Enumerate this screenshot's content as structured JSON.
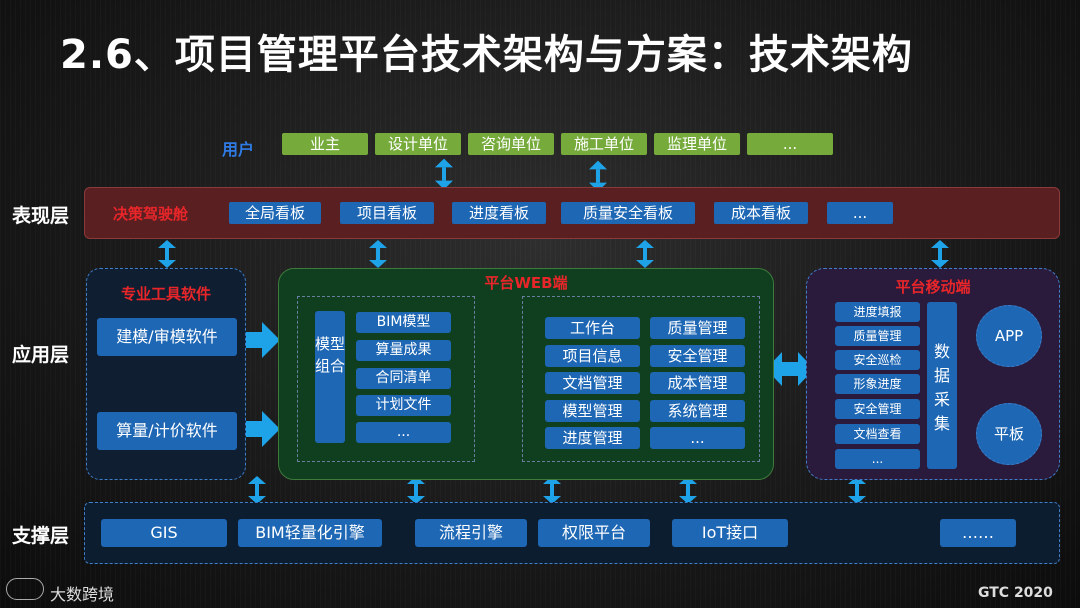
{
  "title": "2.6、项目管理平台技术架构与方案：技术架构",
  "users": {
    "label": "用户",
    "items": [
      "业主",
      "设计单位",
      "咨询单位",
      "施工单位",
      "监理单位",
      "..."
    ]
  },
  "presentation": {
    "label": "表现层",
    "group_title": "决策驾驶舱",
    "items": [
      "全局看板",
      "项目看板",
      "进度看板",
      "质量安全看板",
      "成本看板",
      "..."
    ]
  },
  "application": {
    "label": "应用层",
    "tools": {
      "title": "专业工具软件",
      "items": [
        "建模/审模软件",
        "算量/计价软件"
      ]
    },
    "web": {
      "title": "平台WEB端",
      "model_group_label": "模型组合",
      "model_items": [
        "BIM模型",
        "算量成果",
        "合同清单",
        "计划文件",
        "..."
      ],
      "modules_left": [
        "工作台",
        "项目信息",
        "文档管理",
        "模型管理",
        "进度管理"
      ],
      "modules_right": [
        "质量管理",
        "安全管理",
        "成本管理",
        "系统管理",
        "..."
      ]
    },
    "mobile": {
      "title": "平台移动端",
      "items": [
        "进度填报",
        "质量管理",
        "安全巡检",
        "形象进度",
        "安全管理",
        "文档查看",
        "..."
      ],
      "data_collection": "数据采集",
      "app": "APP",
      "tablet": "平板"
    }
  },
  "support": {
    "label": "支撑层",
    "items": [
      "GIS",
      "BIM轻量化引擎",
      "流程引擎",
      "权限平台",
      "IoT接口",
      "……"
    ]
  },
  "footer": {
    "watermark": "大数跨境",
    "event": "GTC 2020"
  },
  "colors": {
    "user_green": "#76ab3c",
    "box_blue": "#1e67b4",
    "title_red": "#e8262a",
    "arrow_blue": "#1fa3e8",
    "pres_band": "#5a1f21",
    "web_bg": "#0f3f1f",
    "mobile_bg": "#2a1a3c"
  }
}
